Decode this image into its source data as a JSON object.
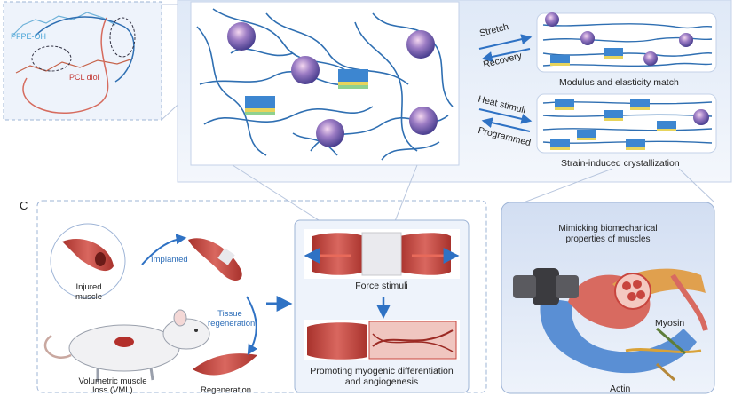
{
  "panel_c_letter": "C",
  "polymer": {
    "pfpe": "PFPE-OH",
    "pcl": "PCL diol"
  },
  "arrows": {
    "stretch": "Stretch",
    "recovery": "Recovery",
    "heat": "Heat stimuli",
    "programmed": "Programmed"
  },
  "captions": {
    "modulus": "Modulus and elasticity match",
    "strain": "Strain-induced crystallization"
  },
  "vml": {
    "injured_line1": "Injured",
    "injured_line2": "muscle",
    "implanted": "Implanted",
    "tissue_line1": "Tissue",
    "tissue_line2": "regeneration",
    "vml_line1": "Volumetric muscle",
    "vml_line2": "loss (VML)",
    "regeneration": "Regeneration"
  },
  "force": {
    "force_stimuli": "Force stimuli",
    "promoting_line1": "Promoting myogenic differentiation",
    "promoting_line2": "and angiogenesis"
  },
  "mimic": {
    "title_line1": "Mimicking biomechanical",
    "title_line2": "properties of muscles",
    "myosin": "Myosin",
    "actin": "Actin"
  },
  "colors": {
    "chain_blue": "#2f6fb2",
    "sphere_purple": "#6a5aa8",
    "panel_bg": "#eef3fb",
    "muscle_red": "#c8453e",
    "arrow_blue": "#2f72c4"
  }
}
